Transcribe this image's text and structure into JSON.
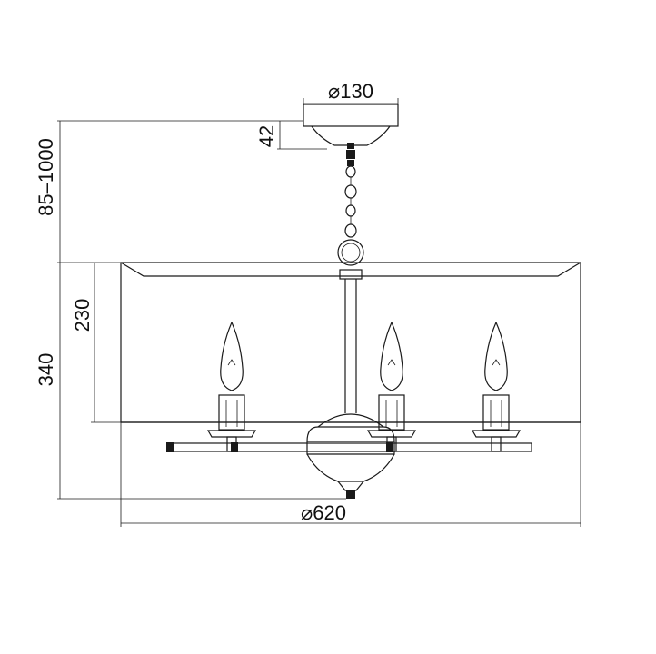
{
  "drawing": {
    "subject": "chandelier dimension drawing",
    "dimensions": {
      "canopy_diameter": "⌀130",
      "canopy_height": "42",
      "suspension_range": "85–1000",
      "shade_height": "230",
      "body_height": "340",
      "shade_diameter": "⌀620"
    },
    "bulb_count": 3,
    "icons": [
      "candle-bulb-icon",
      "canopy-icon",
      "chain-icon",
      "shade-icon"
    ],
    "colors": {
      "line": "#1a1a1a",
      "background": "#ffffff"
    }
  }
}
